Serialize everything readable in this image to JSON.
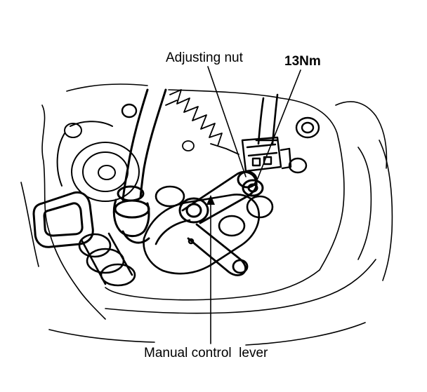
{
  "labels": {
    "adjusting_nut": "Adjusting nut",
    "torque": "13Nm",
    "manual_control_lever": "Manual control  lever"
  },
  "colors": {
    "ink": "#000000",
    "background": "#ffffff"
  }
}
